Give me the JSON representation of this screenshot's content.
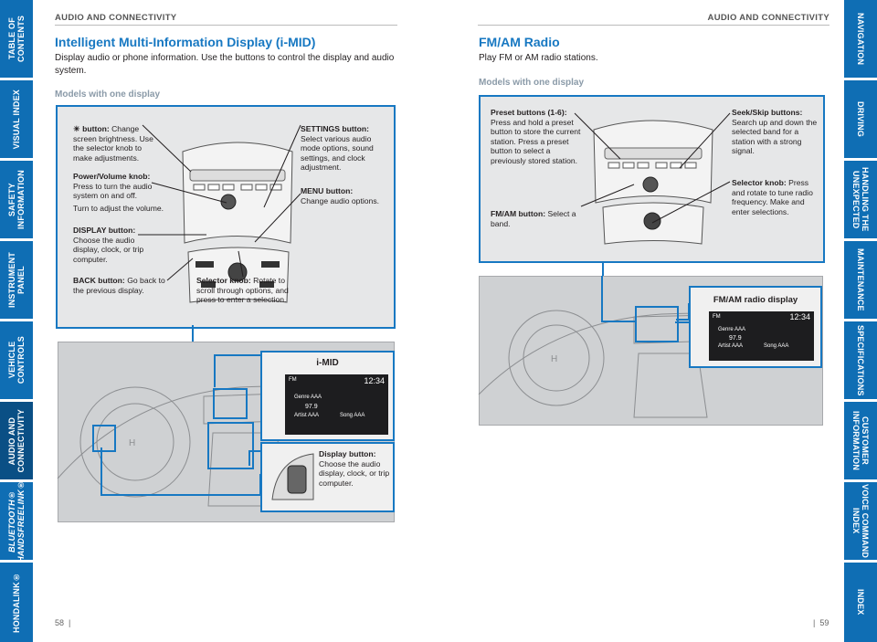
{
  "left_tabs": [
    {
      "label": "TABLE OF CONTENTS"
    },
    {
      "label": "VISUAL INDEX"
    },
    {
      "label": "SAFETY\nINFORMATION"
    },
    {
      "label": "INSTRUMENT PANEL"
    },
    {
      "label": "VEHICLE\nCONTROLS"
    },
    {
      "label": "AUDIO AND\nCONNECTIVITY"
    },
    {
      "label": "BLUETOOTH®\nHANDSFREELINK®"
    },
    {
      "label": "HONDALINK®"
    }
  ],
  "right_tabs": [
    {
      "label": "NAVIGATION"
    },
    {
      "label": "DRIVING"
    },
    {
      "label": "HANDLING THE\nUNEXPECTED"
    },
    {
      "label": "MAINTENANCE"
    },
    {
      "label": "SPECIFICATIONS"
    },
    {
      "label": "CUSTOMER\nINFORMATION"
    },
    {
      "label": "VOICE COMMAND\nINDEX"
    },
    {
      "label": "INDEX"
    }
  ],
  "left_page": {
    "running_head": "AUDIO AND CONNECTIVITY",
    "title": "Intelligent Multi-Information Display (i-MID)",
    "intro": "Display audio or phone information. Use the buttons to control the display and audio system.",
    "subhead": "Models with one display",
    "page_number": "58",
    "callouts": {
      "brightness_label": "button:",
      "brightness_text": "Change screen brightness. Use the selector knob to make adjustments.",
      "power_label": "Power/Volume knob:",
      "power_text": "Press to turn the audio system on and off.",
      "power_text2": "Turn to adjust the volume.",
      "display_label": "DISPLAY button:",
      "display_text": "Choose the audio display, clock, or trip computer.",
      "back_label": "BACK button:",
      "back_text": "Go back to the previous display.",
      "settings_label": "SETTINGS button:",
      "settings_text": "Select various audio mode options, sound settings, and clock adjustment.",
      "menu_label": "MENU button:",
      "menu_text": "Change audio options.",
      "selector_label": "Selector knob:",
      "selector_text": "Rotate to scroll through options, and press to enter a selection."
    },
    "imid_label": "i-MID",
    "display_button_label": "Display button:",
    "display_button_text": "Choose the audio display, clock, or trip computer.",
    "screen": {
      "band": "FM",
      "clock": "12:34",
      "freq": "97.9",
      "item1": "Genre AAA",
      "item2": "Artist AAA",
      "item3": "Song AAA"
    }
  },
  "right_page": {
    "running_head": "AUDIO AND CONNECTIVITY",
    "title": "FM/AM Radio",
    "intro": "Play FM or AM radio stations.",
    "subhead": "Models with one display",
    "page_number": "59",
    "callouts": {
      "preset_label": "Preset buttons (1-6):",
      "preset_text": "Press and hold a preset button to store the current station. Press a preset button to select a previously stored station.",
      "fmam_label": "FM/AM button:",
      "fmam_text": "Select a band.",
      "seek_label": "Seek/Skip buttons:",
      "seek_text": "Search up and down the selected band for a station with a strong signal.",
      "selector_label": "Selector knob:",
      "selector_text": "Press and rotate to tune radio frequency. Make and enter selections."
    },
    "display_label": "FM/AM radio display",
    "screen": {
      "band": "FM",
      "clock": "12:34",
      "freq": "97.9",
      "item1": "Genre AAA",
      "item2": "Artist AAA",
      "item3": "Song AAA"
    }
  },
  "colors": {
    "accent": "#1778c2",
    "tab": "#0f6eb4",
    "tab_active": "#0a4f85"
  }
}
